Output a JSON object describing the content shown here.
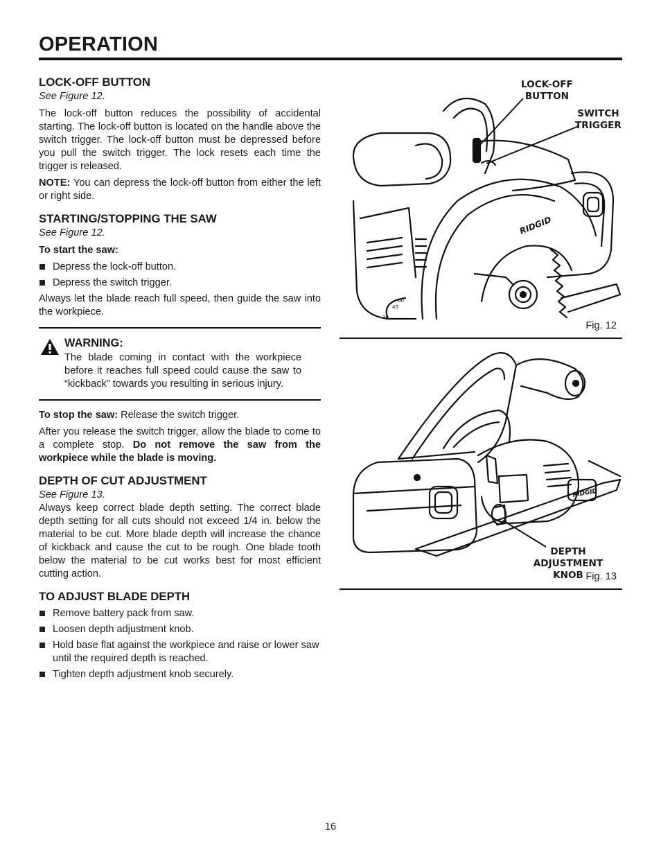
{
  "header": {
    "title": "OPERATION"
  },
  "lockoff": {
    "heading": "LOCK-OFF BUTTON",
    "see": "See Figure 12.",
    "body": "The lock-off button reduces the possibility of accidental starting. The lock-off button is located on the handle above the switch trigger. The lock-off button must be depressed before you pull the switch trigger. The lock resets each time the trigger is released.",
    "note_label": "NOTE:",
    "note_text": " You can depress the lock-off button from either the left or right side."
  },
  "starting": {
    "heading": "STARTING/STOPPING THE SAW",
    "see": "See Figure 12.",
    "start_label": "To start the saw:",
    "steps": [
      "Depress the lock-off button.",
      "Depress the switch trigger."
    ],
    "after": "Always let the blade reach full speed, then guide the saw into the workpiece."
  },
  "warning": {
    "title": "WARNING:",
    "text": "The blade coming in contact with the workpiece before it reaches full speed could cause the saw to “kickback” towards you resulting in serious injury."
  },
  "stopping": {
    "label": "To stop the saw:",
    "text": " Release the switch trigger.",
    "after_plain": "After you release the switch trigger, allow the blade to come to a complete stop. ",
    "after_bold": "Do not remove the saw from the workpiece while the blade is moving."
  },
  "depth": {
    "heading": "DEPTH OF CUT ADJUSTMENT",
    "see": "See Figure 13.",
    "body": "Always keep correct blade depth setting. The correct blade depth setting for all cuts should not exceed 1/4 in. below the material to be cut. More blade depth will increase the chance of kickback and cause the cut to be rough. One blade tooth below the material to be cut works best for most efficient cutting action."
  },
  "adjust": {
    "heading": "TO ADJUST BLADE DEPTH",
    "steps": [
      "Remove battery pack from saw.",
      "Loosen depth adjustment knob.",
      "Hold base flat against the workpiece and raise or lower saw until the required depth is reached.",
      "Tighten depth adjustment knob securely."
    ]
  },
  "figure12": {
    "label": "Fig. 12",
    "callout_lockoff_1": "LOCK-OFF",
    "callout_lockoff_2": "BUTTON",
    "callout_switch_1": "SWITCH",
    "callout_switch_2": "TRIGGER",
    "brand": "RIDGID",
    "scale_marks": [
      "30",
      "45",
      "60"
    ]
  },
  "figure13": {
    "label": "Fig. 13",
    "callout_depth_1": "DEPTH ADJUSTMENT",
    "callout_depth_2": "KNOB",
    "brand": "RIDGID"
  },
  "footer": {
    "page_number": "16"
  }
}
